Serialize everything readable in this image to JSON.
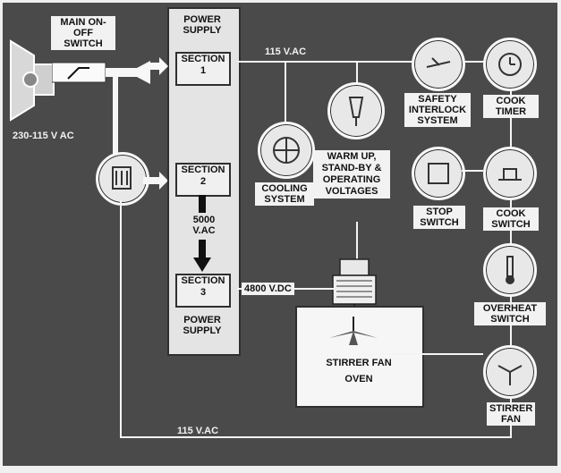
{
  "source": {
    "voltage_label": "230-115 V AC"
  },
  "main_switch": {
    "label": "MAIN ON-OFF SWITCH"
  },
  "power_supply": {
    "top_label": "POWER SUPPLY",
    "bottom_label": "POWER SUPPLY",
    "sections": [
      "SECTION 1",
      "SECTION 2",
      "SECTION 3"
    ],
    "section2_to_3_voltage": "5000 V.AC"
  },
  "bus": {
    "top_voltage": "115 V.AC",
    "bottom_voltage": "115 V.AC",
    "dc_voltage": "4800 V.DC"
  },
  "components": {
    "cooling_system": "COOLING SYSTEM",
    "warmup": "WARM UP, STAND-BY & OPERATING VOLTAGES",
    "safety_interlock": "SAFETY INTERLOCK SYSTEM",
    "cook_timer": "COOK TIMER",
    "stop_switch": "STOP SWITCH",
    "cook_switch": "COOK SWITCH",
    "overheat_switch": "OVERHEAT SWITCH",
    "stirrer_fan": "STIRRER FAN"
  },
  "oven": {
    "stirrer_label": "STIRRER FAN",
    "oven_label": "OVEN"
  },
  "icons": [
    "plug-icon",
    "switch-icon",
    "transformer-icon",
    "fan-icon",
    "tube-icon",
    "interlock-icon",
    "timer-icon",
    "stop-icon",
    "cook-icon",
    "thermometer-icon",
    "stirrer-icon",
    "magnetron-icon"
  ]
}
